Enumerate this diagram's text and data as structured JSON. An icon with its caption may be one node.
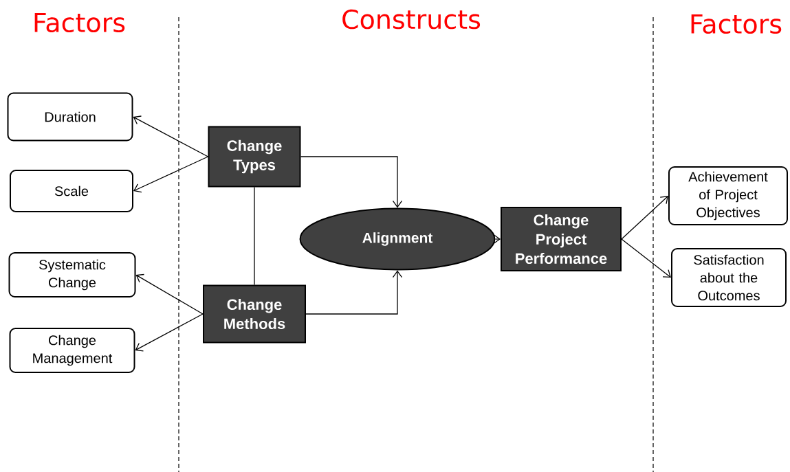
{
  "diagram": {
    "nodes": [
      {
        "text": [
          "Duration"
        ]
      },
      {
        "text": [
          "Scale"
        ]
      },
      {
        "text": [
          "Systematic Change"
        ]
      },
      {
        "text": [
          "Change Management"
        ]
      },
      {
        "text": [
          "Change Types"
        ]
      },
      {
        "text": [
          "Change Methods"
        ]
      },
      {
        "text": [
          "Alignment"
        ]
      },
      {
        "text": [
          "Change Project Performance"
        ]
      },
      {
        "text": [
          "Achievement of Project Objectives"
        ]
      },
      {
        "text": [
          "Satisfaction about the Outcomes"
        ]
      }
    ],
    "edges": [
      {
        "from": 4,
        "to": 0,
        "arrow": "to"
      },
      {
        "from": 4,
        "to": 1,
        "arrow": "to"
      },
      {
        "from": 5,
        "to": 2,
        "arrow": "to"
      },
      {
        "from": 5,
        "to": 3,
        "arrow": "to"
      },
      {
        "from": 4,
        "to": 5,
        "arrow": "none"
      },
      {
        "from": 4,
        "to": 6,
        "arrow": "to"
      },
      {
        "from": 5,
        "to": 6,
        "arrow": "to"
      },
      {
        "from": 6,
        "to": 7,
        "arrow": "to"
      },
      {
        "from": 7,
        "to": 8,
        "arrow": "to"
      },
      {
        "from": 7,
        "to": 9,
        "arrow": "to"
      }
    ],
    "labels": [
      "Factors",
      "Constructs",
      "Factors"
    ]
  }
}
